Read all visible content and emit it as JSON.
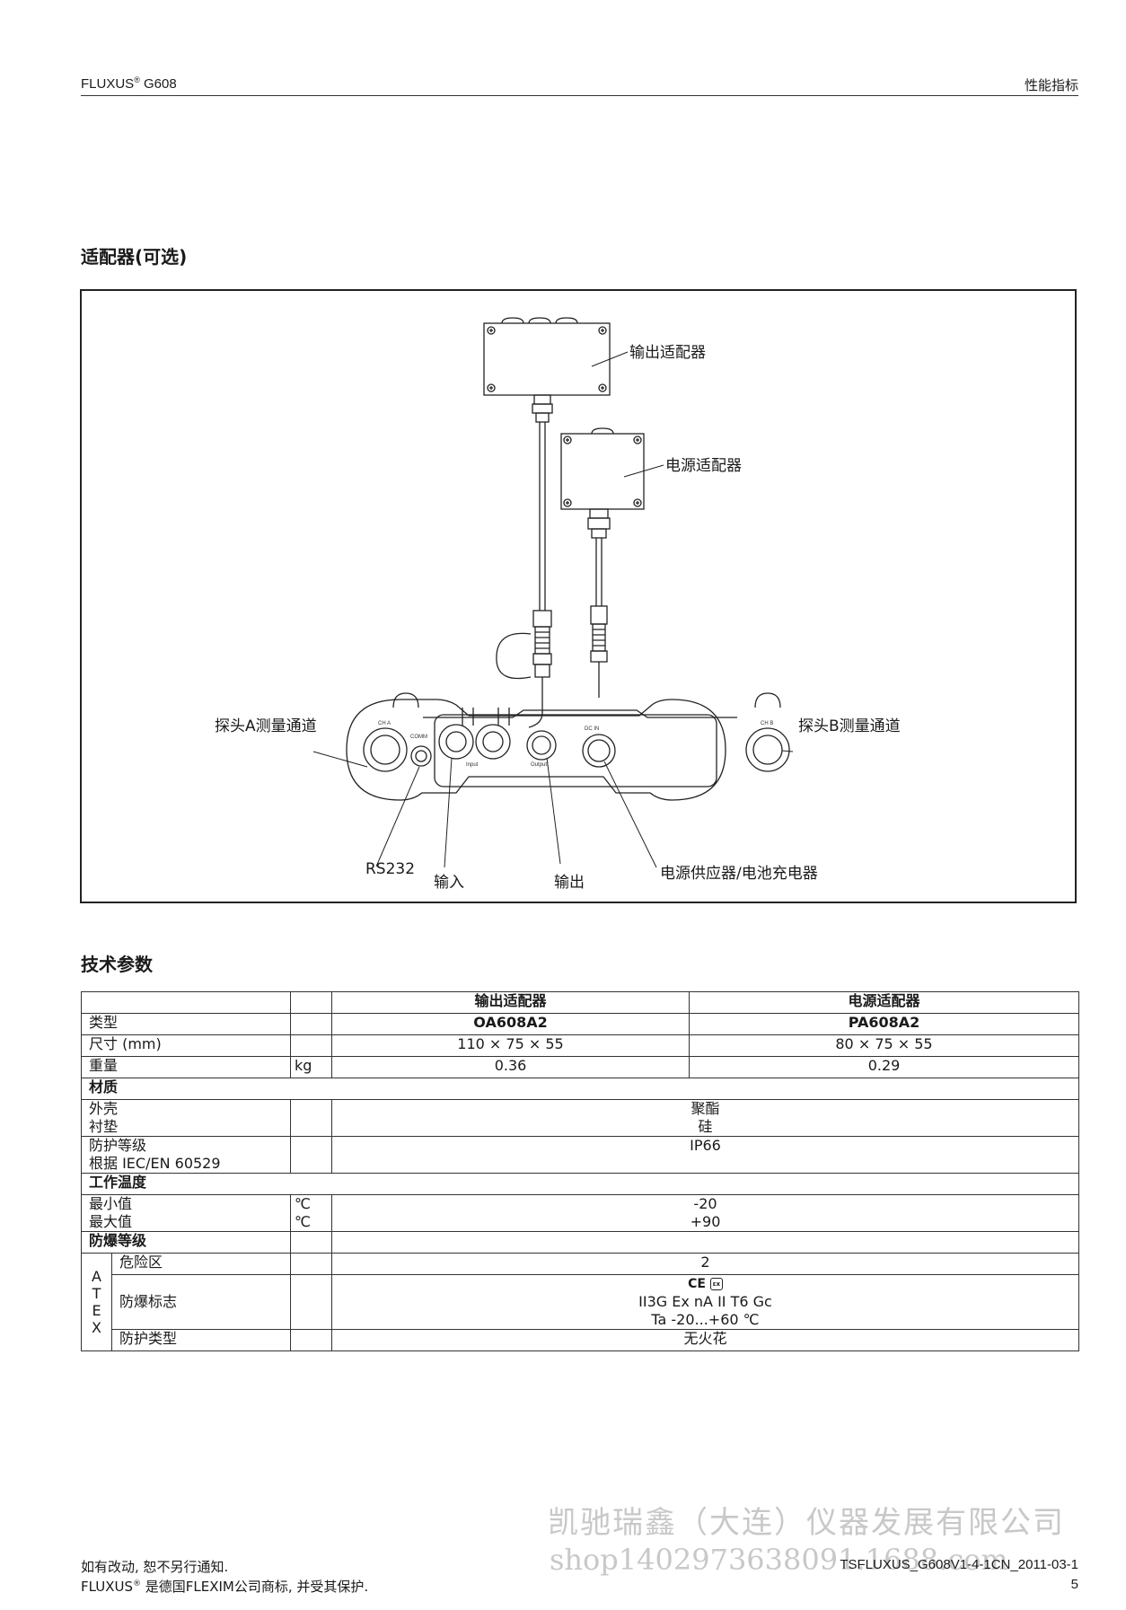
{
  "header": {
    "product": "FLUXUS",
    "reg": "®",
    "model": " G608",
    "section": "性能指标"
  },
  "adapter_section": {
    "title": "适配器(可选)",
    "callouts": {
      "output_adapter": "输出适配器",
      "power_adapter": "电源适配器",
      "probe_a": "探头A测量通道",
      "probe_b": "探头B测量通道",
      "rs232": "RS232",
      "input": "输入",
      "output": "输出",
      "power_supply": "电源供应器/电池充电器"
    },
    "device_labels": {
      "ch_a": "CH A",
      "comm": "COMM",
      "input": "Input",
      "output": "Output",
      "dc_in": "DC IN",
      "ch_b": "CH B"
    }
  },
  "spec_section": {
    "title": "技术参数",
    "col_output": "输出适配器",
    "col_power": "电源适配器",
    "rows": {
      "type": {
        "label": "类型",
        "output": "OA608A2",
        "power": "PA608A2"
      },
      "size": {
        "label": "尺寸 (mm)",
        "output": "110 × 75 × 55",
        "power": "80 × 75 × 55"
      },
      "weight": {
        "label": "重量",
        "unit": "kg",
        "output": "0.36",
        "power": "0.29"
      },
      "material": {
        "label": "材质"
      },
      "housing": {
        "label": "外壳",
        "value": "聚酯"
      },
      "gasket": {
        "label": "衬垫",
        "value": "硅"
      },
      "protection": {
        "label": "防护等级",
        "label2": "根据 IEC/EN 60529",
        "value": "IP66"
      },
      "temp": {
        "label": "工作温度"
      },
      "temp_min": {
        "label": "最小值",
        "unit": "℃",
        "value": "-20"
      },
      "temp_max": {
        "label": "最大值",
        "unit": "℃",
        "value": "+90"
      },
      "ex_class": {
        "label": "防爆等级"
      },
      "atex": {
        "letters": [
          "A",
          "T",
          "E",
          "X"
        ]
      },
      "hazard_zone": {
        "label": "危险区",
        "value": "2"
      },
      "ex_marking": {
        "label": "防爆标志",
        "ce": "CE",
        "line1": "II3G Ex nA II T6 Gc",
        "line2": "Ta -20...+60 ℃"
      },
      "protection_type": {
        "label": "防护类型",
        "value": "无火花"
      }
    }
  },
  "footer": {
    "notice": "如有改动, 恕不另行通知.",
    "trademark_prefix": "FLUXUS",
    "reg": "®",
    "trademark_suffix": " 是德国FLEXIM公司商标, 并受其保护.",
    "doc_id": "TSFLUXUS_G608V1-4-1CN_2011-03-1",
    "page": "5"
  },
  "watermark": {
    "company": "凯驰瑞鑫（大连）仪器发展有限公司",
    "shop": "shop1402973638091.1688.com"
  }
}
